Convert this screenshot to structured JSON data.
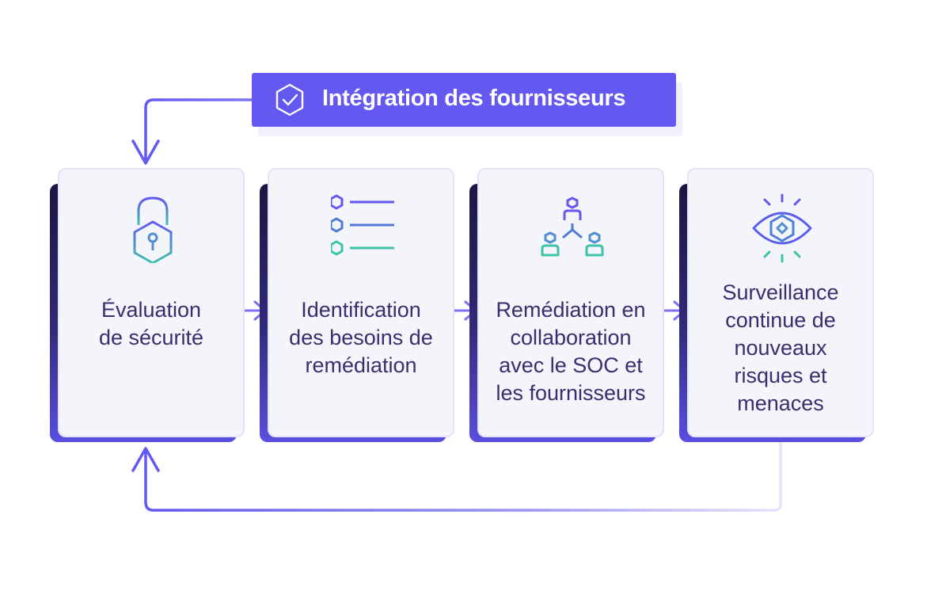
{
  "header": {
    "title": "Intégration des fournisseurs",
    "icon": "shield-check-icon"
  },
  "steps": [
    {
      "label": "Évaluation\nde sécurité",
      "icon": "padlock-icon"
    },
    {
      "label": "Identification\ndes besoins de\nremédiation",
      "icon": "checklist-icon"
    },
    {
      "label": "Remédiation en\ncollaboration\navec le SOC et\nles fournisseurs",
      "icon": "people-network-icon"
    },
    {
      "label": "Surveillance\ncontinue de\nnouveaux\nrisques et\nmenaces",
      "icon": "eye-icon"
    }
  ],
  "colors": {
    "accent": "#6358f0",
    "text": "#3c2d6e",
    "teal": "#3cc3a8",
    "card": "#f4f4fb"
  }
}
